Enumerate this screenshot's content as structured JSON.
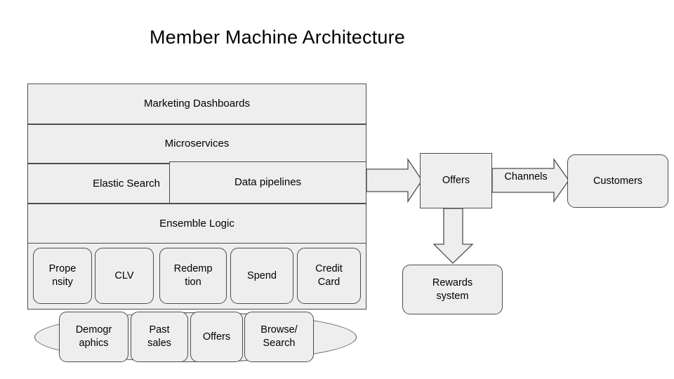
{
  "diagram": {
    "title": "Member Machine Architecture",
    "background_color": "#ffffff",
    "node_fill": "#eeeeee",
    "node_stroke": "#4d4d4d"
  },
  "platform_stack": {
    "layers": [
      {
        "label": "Marketing Dashboards"
      },
      {
        "label": "Microservices"
      },
      {
        "label": "Elastic Search"
      },
      {
        "label": "Data pipelines"
      },
      {
        "label": "Ensemble Logic"
      }
    ],
    "models": [
      {
        "label": "Prope\nnsity"
      },
      {
        "label": "CLV"
      },
      {
        "label": "Redemp\ntion"
      },
      {
        "label": "Spend"
      },
      {
        "label": "Credit\nCard"
      }
    ],
    "data_sources": [
      {
        "label": "Demogr\naphics"
      },
      {
        "label": "Past\nsales"
      },
      {
        "label": "Offers"
      },
      {
        "label": "Browse/\nSearch"
      }
    ]
  },
  "flow": {
    "offers": {
      "label": "Offers"
    },
    "customers": {
      "label": "Customers"
    },
    "rewards": {
      "label": "Rewards\nsystem"
    },
    "channels_label": "Channels"
  }
}
